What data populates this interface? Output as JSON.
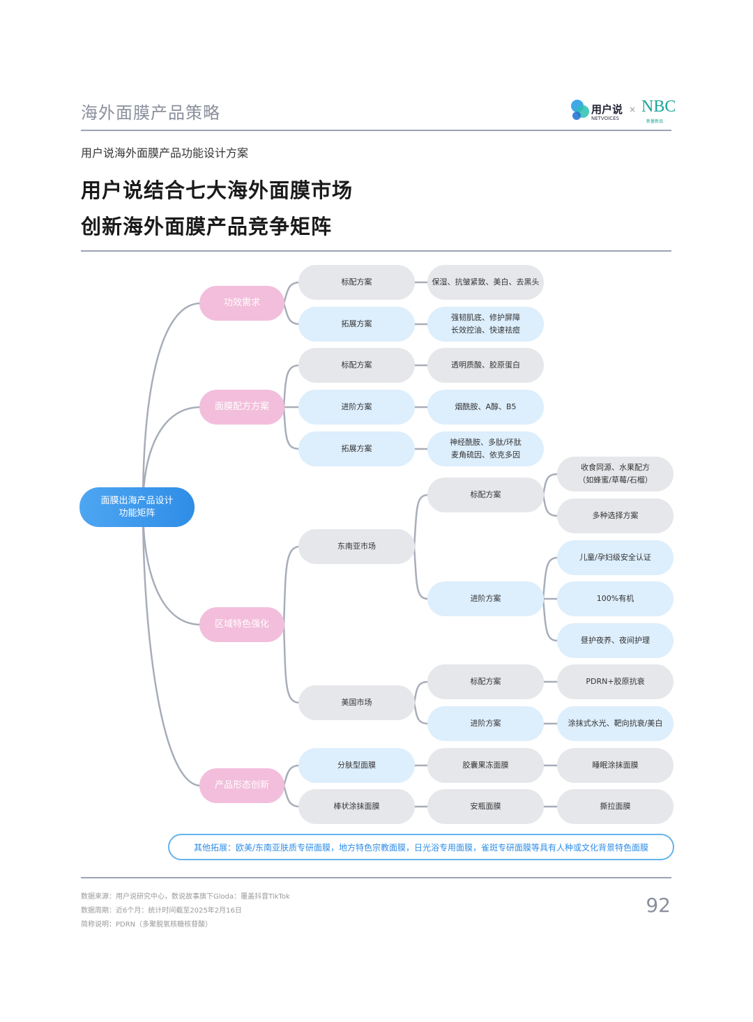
{
  "header": {
    "section_title": "海外面膜产品策略",
    "logo_brand": "用户说",
    "logo_brand_sub": "NETVOICES",
    "logo_times": "×",
    "logo_partner": "NBC",
    "logo_partner_sub": "新量新品"
  },
  "subtitle": "用户说海外面膜产品功能设计方案",
  "headline": [
    "用户说结合七大海外面膜市场",
    "创新海外面膜产品竞争矩阵"
  ],
  "mindmap": {
    "root": [
      "面膜出海产品设计",
      "功能矩阵"
    ],
    "branches": [
      {
        "label": "功效需求"
      },
      {
        "label": "面膜配方方案"
      },
      {
        "label": "区域特色强化"
      },
      {
        "label": "产品形态创新"
      }
    ],
    "nodes": {
      "n1_std": "标配方案",
      "n1_std_v": "保湿、抗皱紧致、美白、去黑头",
      "n1_ext": "拓展方案",
      "n1_ext_v": [
        "强韧肌底、修护屏障",
        "长效控油、快速祛痘"
      ],
      "n2_std": "标配方案",
      "n2_std_v": "透明质酸、胶原蛋白",
      "n2_adv": "进阶方案",
      "n2_adv_v": "烟酰胺、A醇、B5",
      "n2_ext": "拓展方案",
      "n2_ext_v": [
        "神经酰胺、多肽/环肽",
        "麦角硫因、依克多因"
      ],
      "sea": "东南亚市场",
      "sea_std": "标配方案",
      "sea_std_v1": [
        "收食同源、水果配方",
        "（如蜂蜜/草莓/石榴）"
      ],
      "sea_std_v2": "多种选择方案",
      "sea_adv": "进阶方案",
      "sea_adv_v1": "儿童/孕妇级安全认证",
      "sea_adv_v2": "100%有机",
      "sea_adv_v3": "昼护夜养、夜间护理",
      "us": "美国市场",
      "us_std": "标配方案",
      "us_std_v": "PDRN+胶原抗衰",
      "us_adv": "进阶方案",
      "us_adv_v": "涂抹式水光、靶向抗衰/美白",
      "f1": "分肤型面膜",
      "f1_a": "胶囊果冻面膜",
      "f1_b": "睡眠涂抹面膜",
      "f2": "棒状涂抹面膜",
      "f2_a": "安瓶面膜",
      "f2_b": "撕拉面膜"
    }
  },
  "note": "其他拓展：欧美/东南亚肤质专研面膜，地方特色宗教面膜，日光浴专用面膜，雀斑专研面膜等具有人种或文化背景特色面膜",
  "footer": {
    "source": "数据来源：用户说研究中心，数说故事旗下Gloda：覆盖抖音TikTok",
    "period": "数据周期：近6个月：统计时间截至2025年2月16日",
    "abbr": "简称说明：PDRN（多聚脱氧核糖核苷酸）",
    "page": "92"
  },
  "colors": {
    "pink": "#f2bedb",
    "gray": "#e6e7ea",
    "blue": "#ddeefc",
    "root": "#3c98ec",
    "line": "#a7adb8",
    "note": "#64b3ec"
  }
}
